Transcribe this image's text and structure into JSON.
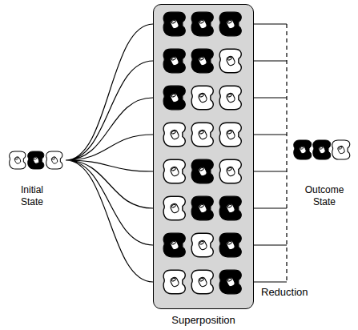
{
  "diagram": {
    "nodes": [
      {
        "text": [
          "Initial State"
        ]
      },
      {
        "text": [
          "Superposition"
        ]
      },
      {
        "text": [
          "Outcome State"
        ]
      }
    ],
    "edges": [
      {
        "from": 0,
        "to": 1,
        "arrow": "none"
      }
    ],
    "labels": [
      "Reduction"
    ]
  }
}
